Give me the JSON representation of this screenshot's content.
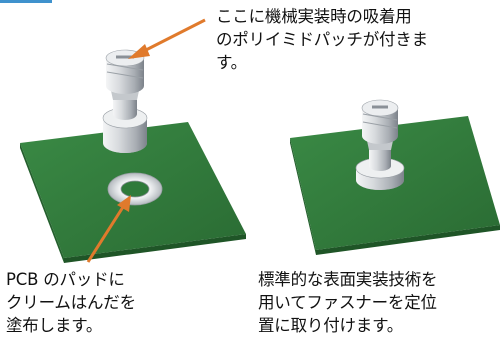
{
  "annotations": {
    "top_callout": "ここに機械実装時の吸着用\nのポリイミドパッチが付きま\nす。",
    "left_caption": "PCB のパッドに\nクリームはんだを\n塗布します。",
    "right_caption": "標準的な表面実装技術を\n用いてファスナーを定位\n置に取り付けます。"
  },
  "colors": {
    "board_green": "#2f7a3a",
    "arrow_orange": "#e07a2c",
    "metal_light": "#e8eaec",
    "metal_dark": "#8a9097"
  },
  "icons": {
    "left_fastener": "standoff-fastener-icon",
    "right_fastener": "standoff-fastener-icon",
    "solder_pad": "pad-ring-icon"
  }
}
